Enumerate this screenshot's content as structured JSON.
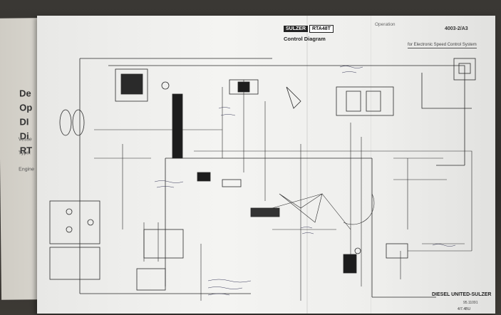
{
  "cover_sheet": {
    "title_fragments": [
      "De",
      "Op",
      "DI",
      "Di",
      "RT"
    ],
    "fields": [
      "Vesse",
      "Type:",
      "Engine"
    ]
  },
  "diagram_sheet": {
    "brand": "SULZER",
    "model": "RTA48T",
    "title": "Control Diagram",
    "operation_label": "Operation",
    "document_number": "4003-2/A3",
    "subtitle": "for Electronic Speed Control System",
    "manufacturer": "DIESEL UNITED-SULZER",
    "revision": "95.11091",
    "page_number": "4/7.4BU"
  },
  "colors": {
    "paper": "#f1f1ef",
    "ink": "#2a2a2a",
    "background": "#2e2c29",
    "cover_paper": "#dcd9d1"
  }
}
